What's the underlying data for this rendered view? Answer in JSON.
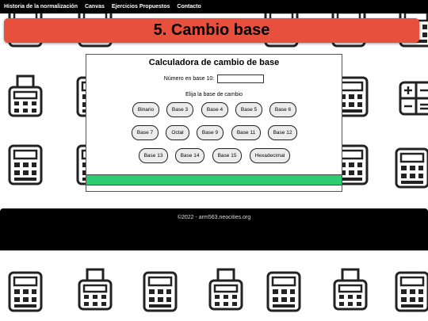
{
  "nav": {
    "items": [
      {
        "label": "Historia de la normalización"
      },
      {
        "label": "Canvas"
      },
      {
        "label": "Ejercicios Propuestos"
      },
      {
        "label": "Contacto"
      }
    ]
  },
  "banner": {
    "title": "5. Cambio base"
  },
  "calculator": {
    "title": "Calculadora de cambio de base",
    "input_label": "Número en base 10:",
    "input_value": "",
    "choose_label": "Elija la base de cambio",
    "buttons_row1": [
      {
        "label": "Binario"
      },
      {
        "label": "Base 3"
      },
      {
        "label": "Base 4"
      },
      {
        "label": "Base 5"
      },
      {
        "label": "Base 6"
      }
    ],
    "buttons_row2": [
      {
        "label": "Base 7"
      },
      {
        "label": "Octal"
      },
      {
        "label": "Base 9"
      },
      {
        "label": "Base 11"
      },
      {
        "label": "Base 12"
      }
    ],
    "buttons_row3": [
      {
        "label": "Base 13"
      },
      {
        "label": "Base 14"
      },
      {
        "label": "Base 15"
      },
      {
        "label": "Hexadecimal"
      }
    ],
    "result_color": "#2ecc71"
  },
  "footer": {
    "text": "©2022 - arm563.neocities.org"
  },
  "theme": {
    "banner_color": "#e8503e",
    "nav_bg": "#000000"
  }
}
